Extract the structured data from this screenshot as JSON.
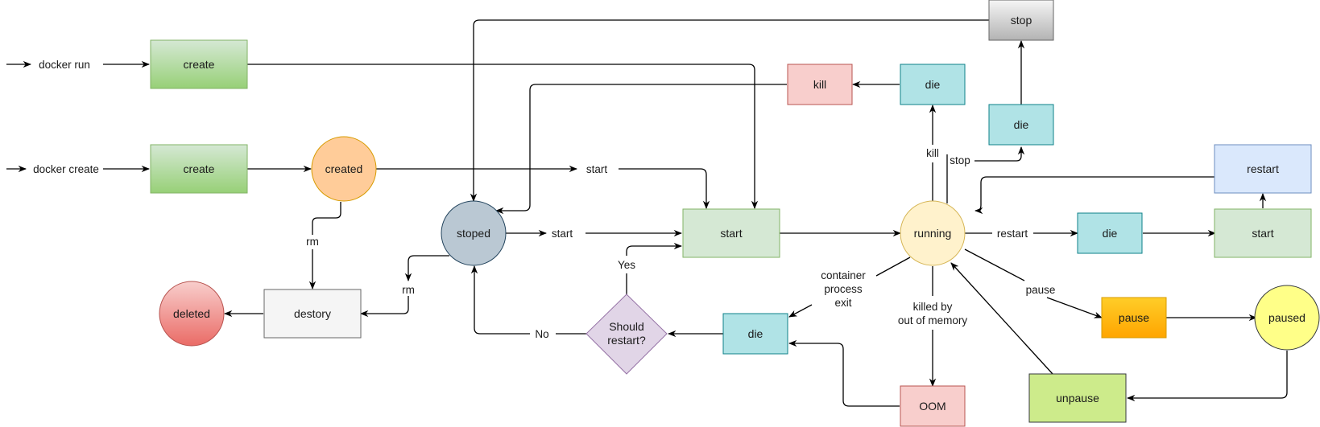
{
  "nodes": {
    "docker_run": "docker run",
    "docker_create": "docker create",
    "create_top": "create",
    "create_mid": "create",
    "created": "created",
    "stoped": "stoped",
    "start_center": "start",
    "running": "running",
    "stop": "stop",
    "die_kill": "die",
    "kill": "kill",
    "die_stop": "die",
    "restart": "restart",
    "start_restart": "start",
    "die_restart": "die",
    "pause": "pause",
    "paused": "paused",
    "unpause": "unpause",
    "oom": "OOM",
    "die_exit": "die",
    "should_restart_line1": "Should",
    "should_restart_line2": "restart?",
    "destory": "destory",
    "deleted": "deleted"
  },
  "edge_labels": {
    "start_from_created": "start",
    "start_from_stoped": "start",
    "rm_created": "rm",
    "rm_stoped": "rm",
    "kill": "kill",
    "stop": "stop",
    "restart": "restart",
    "pause": "pause",
    "container_exit_line1": "container",
    "container_exit_line2": "process",
    "container_exit_line3": "exit",
    "oom_line1": "killed by",
    "oom_line2": "out of memory",
    "yes": "Yes",
    "no": "No"
  },
  "colors": {
    "green_fill_top": "#d5e8d4",
    "green_fill_bottom": "#97d077",
    "green_stroke": "#82b366",
    "light_green": "#d5e8d4",
    "peach": "#ffcc99",
    "peach_stroke": "#d79b00",
    "slate": "#bac8d3",
    "slate_stroke": "#23445d",
    "cream": "#fff2cc",
    "cream_stroke": "#d6b656",
    "teal": "#b0e3e6",
    "teal_stroke": "#0e8088",
    "pink": "#f8cecc",
    "pink_stroke": "#b85450",
    "blue": "#dae8fc",
    "blue_stroke": "#6c8ebf",
    "orange_top": "#ffcd28",
    "orange_bottom": "#ffa500",
    "orange_stroke": "#d79b00",
    "yellow": "#ffff88",
    "yellow_stroke": "#36393d",
    "lime": "#cdeb8b",
    "lime_stroke": "#36393d",
    "lavender": "#e1d5e7",
    "lavender_stroke": "#9673a6",
    "grey": "#f5f5f5",
    "grey_stroke": "#666666",
    "red_top": "#f8cecc",
    "red_bottom": "#ea6b66",
    "red_stroke": "#b85450"
  }
}
